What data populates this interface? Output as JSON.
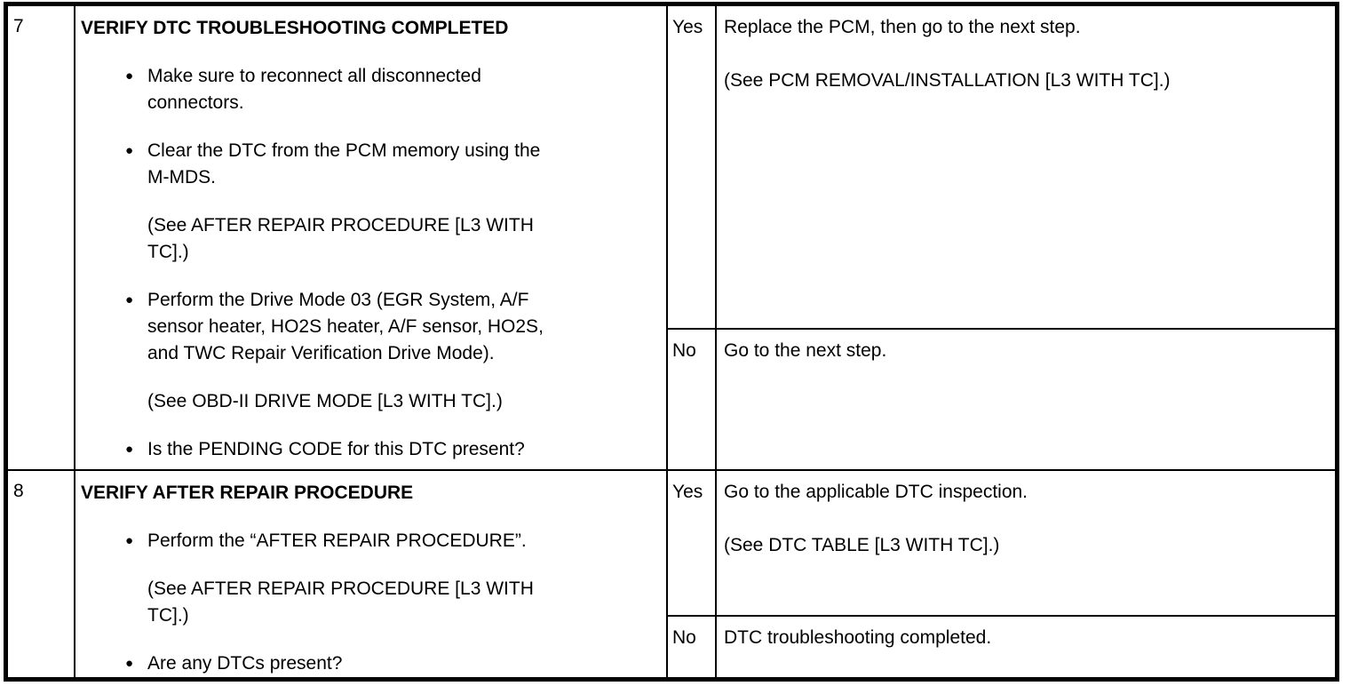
{
  "ui": {
    "bullet": "●"
  },
  "steps": [
    {
      "step": "7",
      "title": "VERIFY DTC TROUBLESHOOTING COMPLETED",
      "items": [
        {
          "type": "bullet",
          "text": "Make sure to reconnect all disconnected\nconnectors."
        },
        {
          "type": "bullet",
          "text": "Clear the DTC from the PCM memory using the\nM-MDS."
        },
        {
          "type": "note",
          "text": "(See AFTER REPAIR PROCEDURE [L3 WITH\nTC].)"
        },
        {
          "type": "bullet",
          "text": "Perform the Drive Mode 03 (EGR System, A/F\nsensor heater, HO2S heater, A/F sensor, HO2S,\nand TWC Repair Verification Drive Mode)."
        },
        {
          "type": "note",
          "text": "(See OBD-II DRIVE MODE [L3 WITH TC].)"
        },
        {
          "type": "bullet",
          "text": "Is the PENDING CODE for this DTC present?"
        }
      ],
      "yes": {
        "label": "Yes",
        "lines": [
          "Replace the PCM, then go to the next step.",
          "(See PCM REMOVAL/INSTALLATION [L3 WITH TC].)"
        ]
      },
      "no": {
        "label": "No",
        "lines": [
          "Go to the next step."
        ]
      }
    },
    {
      "step": "8",
      "title": "VERIFY AFTER REPAIR PROCEDURE",
      "items": [
        {
          "type": "bullet",
          "text": "Perform the “AFTER REPAIR PROCEDURE”."
        },
        {
          "type": "note",
          "text": "(See AFTER REPAIR PROCEDURE [L3 WITH\nTC].)"
        },
        {
          "type": "bullet",
          "text": "Are any DTCs present?"
        }
      ],
      "yes": {
        "label": "Yes",
        "lines": [
          "Go to the applicable DTC inspection.",
          "(See DTC TABLE [L3 WITH TC].)"
        ]
      },
      "no": {
        "label": "No",
        "lines": [
          "DTC troubleshooting completed."
        ]
      }
    }
  ]
}
